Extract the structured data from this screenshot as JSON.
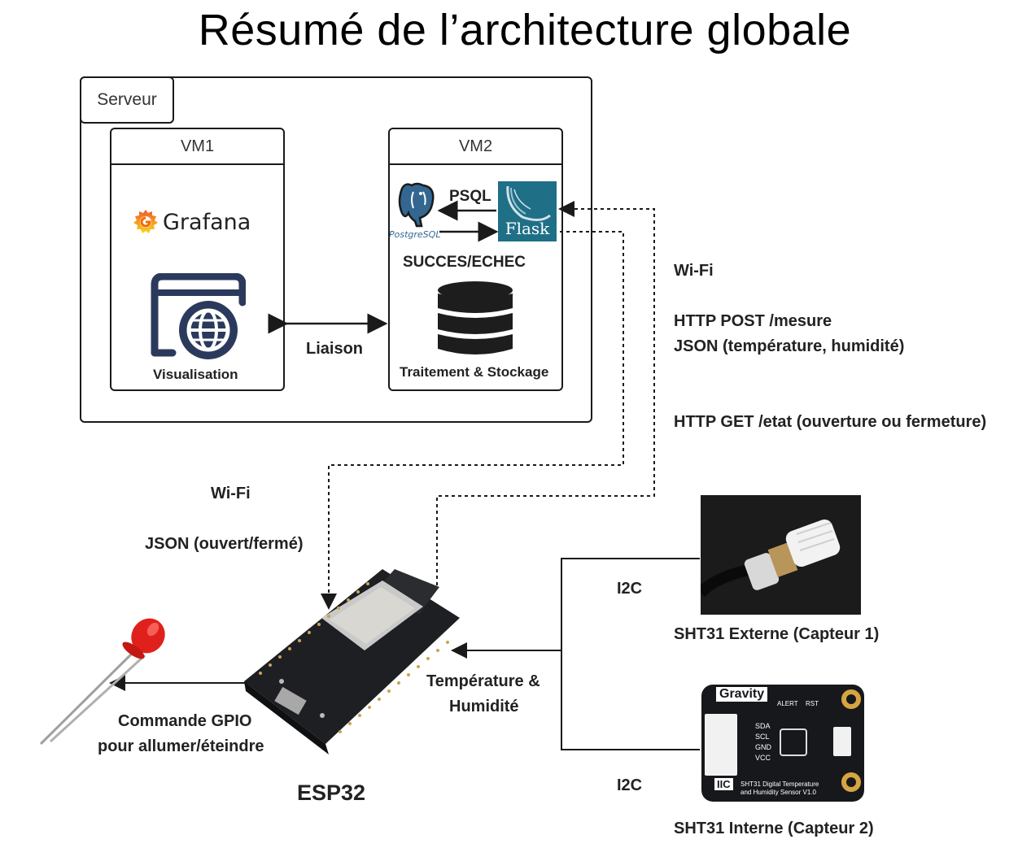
{
  "title": "Résumé de l’architecture globale",
  "server": {
    "label": "Serveur",
    "vm1": {
      "label": "VM1",
      "grafana": "Grafana",
      "visualisation": "Visualisation"
    },
    "vm2": {
      "label": "VM2",
      "postgres": "PostgreSQL",
      "psql": "PSQL",
      "flask": "Flask",
      "status": "SUCCES/ECHEC",
      "storage": "Traitement & Stockage"
    },
    "liaison": "Liaison"
  },
  "links": {
    "wifi_right": "Wi-Fi",
    "http_post": "HTTP POST /mesure",
    "json_post": "JSON (température, humidité)",
    "http_get": "HTTP GET /etat (ouverture ou fermeture)",
    "wifi_left": "Wi-Fi",
    "json_state": "JSON (ouvert/fermé)",
    "i2c_1": "I2C",
    "i2c_2": "I2C",
    "temp_hum_1": "Température &",
    "temp_hum_2": "Humidité",
    "gpio_1": "Commande GPIO",
    "gpio_2": "pour allumer/éteindre"
  },
  "devices": {
    "esp32": "ESP32",
    "sensor1": "SHT31 Externe (Capteur 1)",
    "sensor2": "SHT31 Interne (Capteur 2)",
    "board_brand": "Gravity",
    "board_iic": "IIC",
    "board_desc_1": "SHT31 Digital Temperature",
    "board_desc_2": "and Humidity Sensor V1.0",
    "pins": [
      "SDA",
      "SCL",
      "GND",
      "VCC"
    ],
    "board_top": [
      "ALERT",
      "RST"
    ]
  },
  "colors": {
    "line": "#1a1a1a",
    "flask_bg": "#1f6f87",
    "postgres_blue": "#336791",
    "grafana_orange": "#f46800",
    "icon_navy": "#2b3a5c",
    "led_red": "#e0201c",
    "pcb_dark": "#1d1f22"
  }
}
